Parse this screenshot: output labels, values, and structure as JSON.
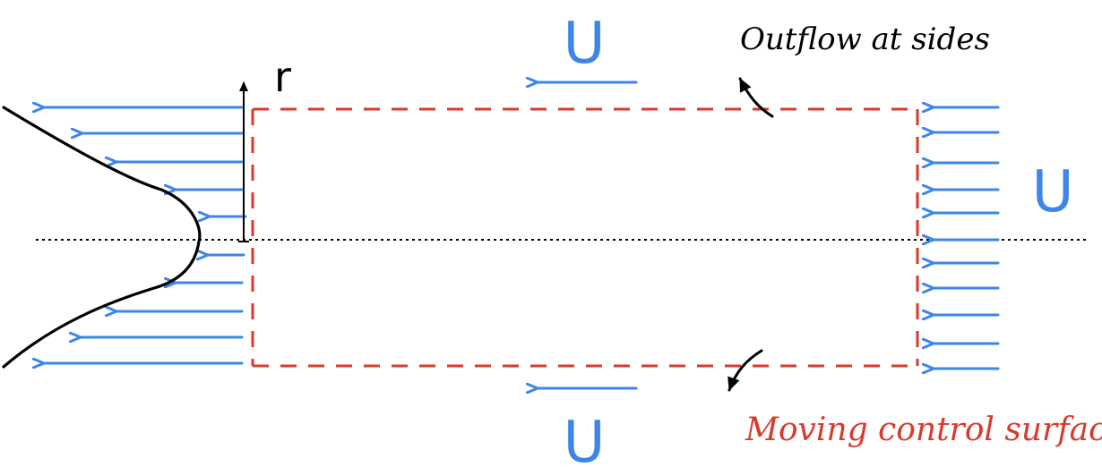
{
  "labels": {
    "r_axis": "r",
    "u_top": "U",
    "u_right": "U",
    "u_bottom": "U",
    "outflow": "Outflow at sides",
    "moving": "Moving control surfaces"
  },
  "colors": {
    "velocity_arrow": "#3d86e8",
    "control_surface": "#d93a2b",
    "profile_curve": "#000000",
    "u_label": "#3d86e8",
    "moving_label": "#d93a2b",
    "text_dark": "#000000"
  },
  "arrow_heads": {
    "velocity": "open-arrowhead-left",
    "annotation": "filled-arrowhead"
  }
}
